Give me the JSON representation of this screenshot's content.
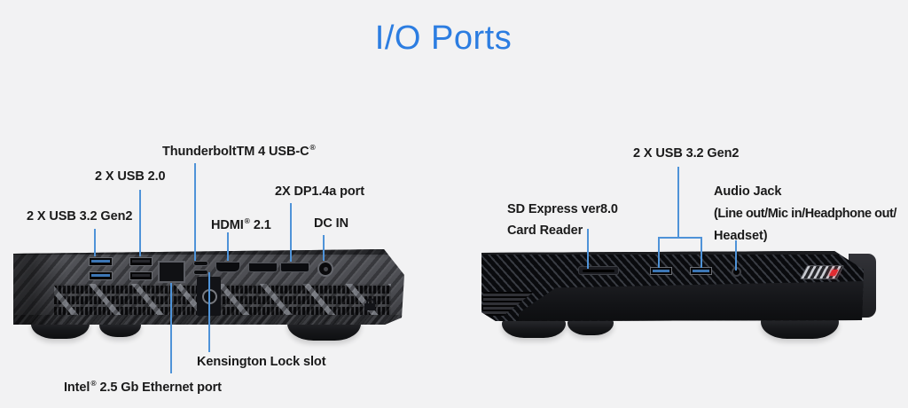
{
  "title": "I/O Ports",
  "symbols": {
    "reg": "®"
  },
  "colors": {
    "accent_blue": "#2c7de1",
    "callout_blue": "#4f93d8",
    "background": "#f2f2f3",
    "label_text": "#1a1a1a",
    "usb_tongue_blue": "#3c76b5"
  },
  "rear_view": {
    "labels": {
      "thunderbolt": "ThunderboltTM 4 USB-C",
      "usb20": "2 X USB 2.0",
      "usb32": "2 X USB 3.2 Gen2",
      "hdmi_name": "HDMI",
      "hdmi_ver": "2.1",
      "dp": "2X DP1.4a port",
      "dcin": "DC IN",
      "kensington": "Kensington Lock slot",
      "intel": "Intel",
      "ethernet": "2.5 Gb Ethernet port"
    }
  },
  "front_view": {
    "labels": {
      "usb32": "2 X USB 3.2 Gen2",
      "sd_line1": "SD Express ver8.0",
      "sd_line2": "Card Reader",
      "audio_line1": "Audio Jack",
      "audio_line2": "(Line out/Mic in/Headphone out/",
      "audio_line3": "Headset)"
    }
  }
}
